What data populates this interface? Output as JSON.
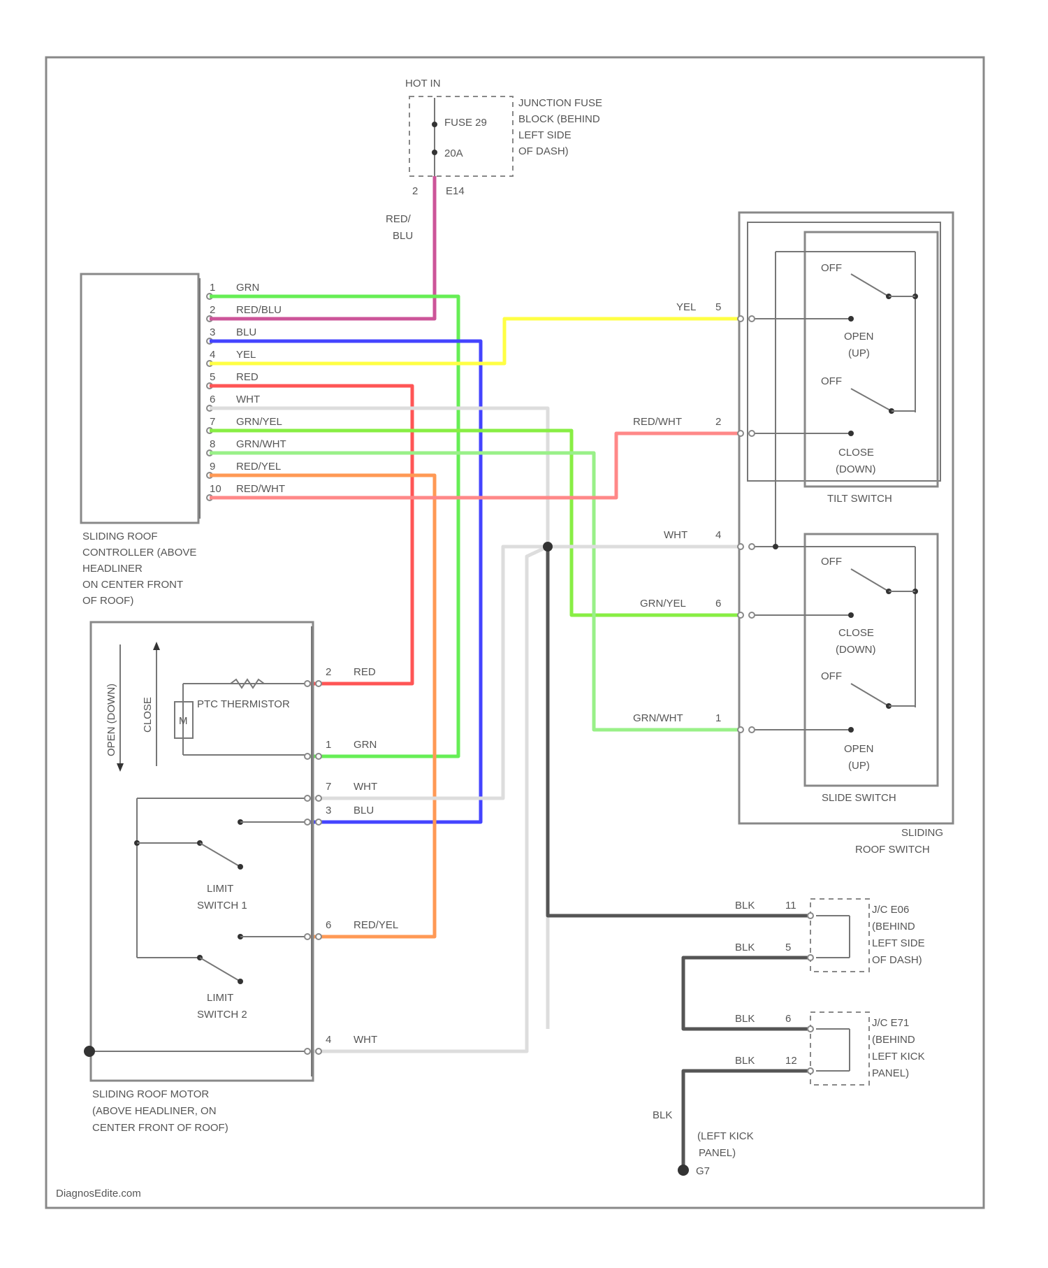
{
  "fuse": {
    "hot": "HOT IN",
    "name": "FUSE 29",
    "rating": "20A",
    "pin": "2",
    "conn": "E14",
    "loc": [
      "JUNCTION FUSE",
      "BLOCK (BEHIND",
      "LEFT SIDE",
      "OF DASH)"
    ],
    "wire": [
      "RED/",
      "BLU"
    ]
  },
  "controller": {
    "label": [
      "SLIDING ROOF",
      "CONTROLLER (ABOVE",
      "HEADLINER",
      "ON CENTER FRONT",
      "OF ROOF)"
    ],
    "pins": [
      {
        "num": "1",
        "color": "GRN"
      },
      {
        "num": "2",
        "color": "RED/BLU"
      },
      {
        "num": "3",
        "color": "BLU"
      },
      {
        "num": "4",
        "color": "YEL"
      },
      {
        "num": "5",
        "color": "RED"
      },
      {
        "num": "6",
        "color": "WHT"
      },
      {
        "num": "7",
        "color": "GRN/YEL"
      },
      {
        "num": "8",
        "color": "GRN/WHT"
      },
      {
        "num": "9",
        "color": "RED/YEL"
      },
      {
        "num": "10",
        "color": "RED/WHT"
      }
    ]
  },
  "roof_switch": {
    "label": [
      "SLIDING",
      "ROOF SWITCH"
    ],
    "tilt_label": "TILT SWITCH",
    "slide_label": "SLIDE SWITCH",
    "off": "OFF",
    "open": [
      "OPEN",
      "(UP)"
    ],
    "close": [
      "CLOSE",
      "(DOWN)"
    ],
    "wires": [
      {
        "color": "YEL",
        "num": "5"
      },
      {
        "color": "RED/WHT",
        "num": "2"
      },
      {
        "color": "WHT",
        "num": "4"
      },
      {
        "color": "GRN/YEL",
        "num": "6"
      },
      {
        "color": "GRN/WHT",
        "num": "1"
      }
    ]
  },
  "motor": {
    "label": [
      "SLIDING ROOF MOTOR",
      "(ABOVE HEADLINER, ON",
      "CENTER FRONT OF ROOF)"
    ],
    "open_down": "OPEN (DOWN)",
    "close": "CLOSE",
    "ptc": "PTC THERMISTOR",
    "m": "M",
    "limit1": [
      "LIMIT",
      "SWITCH 1"
    ],
    "limit2": [
      "LIMIT",
      "SWITCH 2"
    ],
    "pins": [
      {
        "num": "2",
        "color": "RED"
      },
      {
        "num": "1",
        "color": "GRN"
      },
      {
        "num": "7",
        "color": "WHT"
      },
      {
        "num": "3",
        "color": "BLU"
      },
      {
        "num": "6",
        "color": "RED/YEL"
      },
      {
        "num": "4",
        "color": "WHT"
      }
    ]
  },
  "ground": {
    "jc1": [
      "J/C E06",
      "(BEHIND",
      "LEFT SIDE",
      "OF DASH)"
    ],
    "jc2": [
      "J/C E71",
      "(BEHIND",
      "LEFT KICK",
      "PANEL)"
    ],
    "wires": [
      {
        "color": "BLK",
        "num": "11"
      },
      {
        "color": "BLK",
        "num": "5"
      },
      {
        "color": "BLK",
        "num": "6"
      },
      {
        "color": "BLK",
        "num": "12"
      }
    ],
    "blk": "BLK",
    "loc": [
      "(LEFT KICK",
      "PANEL)"
    ],
    "id": "G7"
  },
  "watermark": "DiagnosEdite.com",
  "colors": {
    "grn": "#66ee55",
    "red_blu": "#cc5599",
    "blu": "#4444ff",
    "yel": "#ffff44",
    "red": "#ff5555",
    "wht": "#dddddd",
    "grn_yel": "#88ee44",
    "grn_wht": "#99f088",
    "red_yel": "#ff9955",
    "red_wht": "#ff8888",
    "blk": "#555555"
  }
}
